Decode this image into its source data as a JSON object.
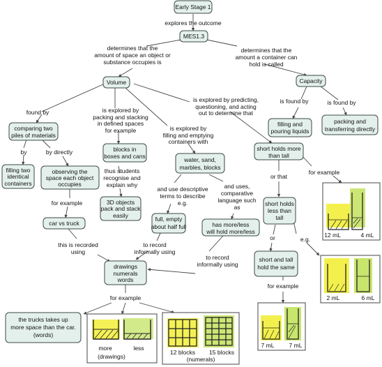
{
  "nodes": {
    "early_stage": "Early Stage 1",
    "mes": "MES1.3",
    "volume": "Volume",
    "capacity": "Capacity",
    "comparing": [
      "comparing two",
      "piles of materials"
    ],
    "filling_two": [
      "filling two",
      "identical",
      "containers"
    ],
    "observing": [
      "observing the",
      "space each object",
      "occupies"
    ],
    "car_vs_truck": "car vs truck",
    "blocks": [
      "blocks in",
      "boxes and cans"
    ],
    "objects_3d": [
      "3D objects",
      "pack and stack",
      "easily"
    ],
    "water": [
      "water, sand,",
      "marbles, blocks"
    ],
    "full_empty": [
      "full, empty",
      "about half full"
    ],
    "has_more": [
      "has more/less",
      "will hold more/less"
    ],
    "drawings": [
      "drawings",
      "numerals",
      "words"
    ],
    "filling_pouring": [
      "filling and",
      "pouring liquids"
    ],
    "packing": [
      "packing and",
      "transferring directly"
    ],
    "short_more": [
      "short holds more",
      "than tall"
    ],
    "short_less": [
      "short holds",
      "less than",
      "tall"
    ],
    "short_same": [
      "short and tall",
      "hold the same"
    ]
  },
  "links": {
    "explores": "explores the outcome",
    "determines_space": [
      "determines that the",
      "amount of space an object or",
      "substance occupies is"
    ],
    "determines_container": [
      "determines that the",
      "amount a container can",
      "hold is called"
    ],
    "found_by": "found by",
    "packing_stacking": [
      "is explored by",
      "packing and stacking",
      "in defined spaces",
      "for example"
    ],
    "filling_emptying": [
      "is explored by",
      "filling and emptying",
      "containers with"
    ],
    "predicting": [
      "is explored by predicting,",
      "questioning, and acting",
      "out to determine that"
    ],
    "is_found_by_1": "is found by",
    "is_found_by_2": "is found by",
    "by": "by",
    "by_directly": "by directly",
    "for_example_1": "for example",
    "recorded": [
      "this is recorded",
      "using"
    ],
    "thus": [
      "thus students",
      "recognise and",
      "explain why"
    ],
    "descriptive": [
      "and use descriptive",
      "terms to describe",
      "e.g."
    ],
    "comparative": [
      "and uses,",
      "comparative",
      "language such",
      "as"
    ],
    "record_1": [
      "to record",
      "informally using"
    ],
    "record_2": [
      "to record",
      "informally using"
    ],
    "for_example_2": "for example",
    "or_that": "or that",
    "or": "or",
    "eg": "e.g.",
    "for_example_3": "for example",
    "for_example_4": "for example"
  },
  "examples": {
    "trucks_text": [
      "the trucks takes up",
      "more space than the car.",
      "(words)"
    ],
    "drawings_caption": [
      "more",
      "less",
      "(drawings)"
    ],
    "numerals_caption": [
      "12 blocks",
      "15 blocks",
      "(numerals)"
    ],
    "photo1": [
      "12 mL",
      "4 mL"
    ],
    "photo2": [
      "2 mL",
      "6 mL"
    ],
    "photo3": [
      "7 mL",
      "7 mL"
    ]
  },
  "colors": {
    "node_fill": "#e4f0ec",
    "node_stroke": "#3c4a46",
    "line": "#444444",
    "highlight_yellow": "#f2ee3a",
    "highlight_green": "#b6dc3c"
  }
}
